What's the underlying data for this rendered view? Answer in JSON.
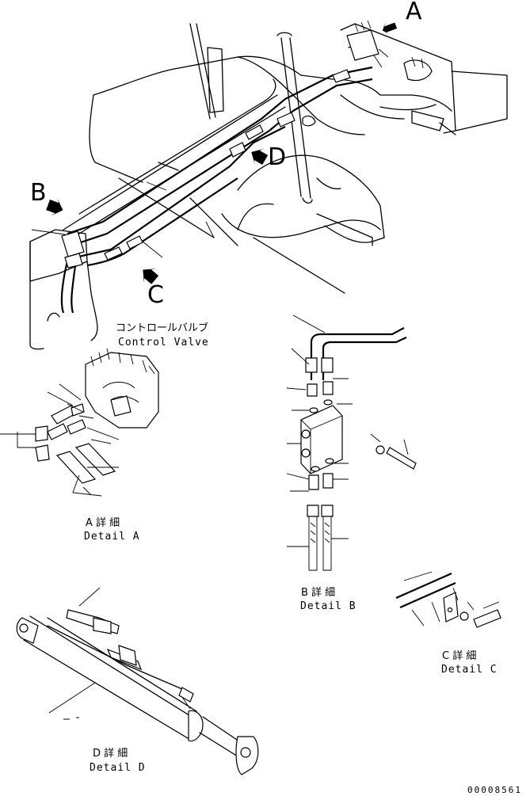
{
  "main_view": {
    "markers": {
      "a": "A",
      "b": "B",
      "c": "C",
      "d": "D"
    },
    "control_valve_jp": "コントロールバルブ",
    "control_valve_en": "Control Valve"
  },
  "details": {
    "a": {
      "jp": "A 詳 細",
      "en": "Detail A"
    },
    "b": {
      "jp": "B 詳 細",
      "en": "Detail B"
    },
    "c": {
      "jp": "C 詳 細",
      "en": "Detail C"
    },
    "d": {
      "jp": "D 詳 細",
      "en": "Detail D"
    }
  },
  "drawing_number": "00008561"
}
